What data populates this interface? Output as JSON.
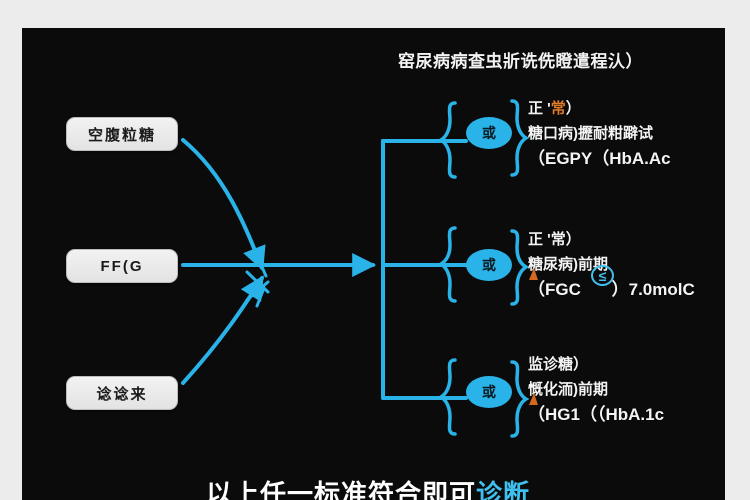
{
  "panel": {
    "background_color": "#0b0b0b",
    "frame_color": "#ececec"
  },
  "title": "窑尿病病查虫斨诜侁瞪遣程汄）",
  "colors": {
    "accent_cyan": "#29b3e8",
    "highlight_orange": "#e07b29",
    "box_fill": "#eeeeee",
    "text_light": "#f4f4f4"
  },
  "inputs": [
    {
      "id": "box-1",
      "label": "空腹粒糖"
    },
    {
      "id": "box-2",
      "label": "FF(G"
    },
    {
      "id": "box-3",
      "label": "谂谂来"
    }
  ],
  "or_nodes": [
    {
      "id": "or-1",
      "label": "或"
    },
    {
      "id": "or-2",
      "label": "或"
    },
    {
      "id": "or-3",
      "label": "或"
    }
  ],
  "branches": [
    {
      "id": "br-1",
      "line1_prefix": "正 '",
      "line1_highlight": "常",
      "line1_suffix": "）",
      "line2": "糖口病)攊耐粓躃试",
      "line3": "（EGPY（HbA.Ac"
    },
    {
      "id": "br-2",
      "line1_prefix": "正 '",
      "line1_highlight": "常",
      "line1_suffix": "）",
      "line2": "糖尿病)前期",
      "line3_before": "（FGC",
      "line3_badge": "≤",
      "line3_after": "）7.0molC"
    },
    {
      "id": "br-3",
      "line1": "监诊糖）",
      "line2": "慨化洏)前期",
      "line3": "（HG1（（HbA.1c"
    }
  ],
  "caption": {
    "text": "以上任一标准符合即可",
    "accent": "诊断"
  }
}
